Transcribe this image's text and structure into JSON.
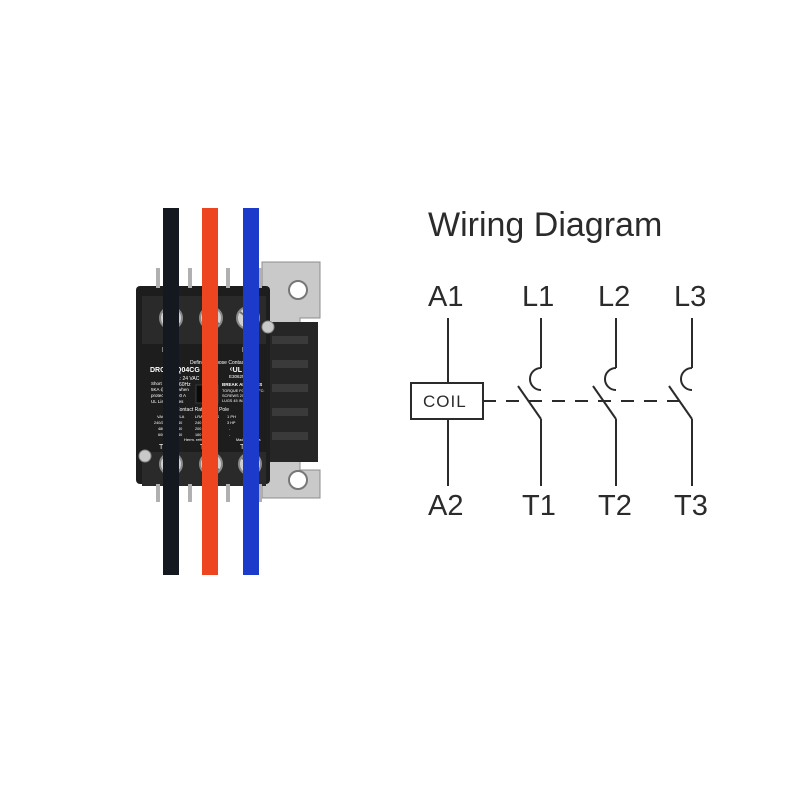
{
  "diagram": {
    "title": "Wiring Diagram",
    "coil_label": "COIL",
    "terminals_top": [
      "A1",
      "L1",
      "L2",
      "L3"
    ],
    "terminals_bottom": [
      "A2",
      "T1",
      "T2",
      "T3"
    ]
  },
  "product": {
    "model": "DRC-3XQ04CG",
    "type_label": "Definite Purpose Contactor",
    "coil": "COIL: 24 VAC",
    "frequency": "50/60Hz",
    "short_circuit_lines": [
      "Short Circuit",
      "5KA @ 600V when",
      "protected by 60 A",
      "UL Listed Fuses"
    ],
    "cert_id": "E306253",
    "break_all": "BREAK ALL LINES",
    "torque_lines": [
      "TORQUE FOR CU 75°C:",
      "SCREWS 20 IN.LBS",
      "LUGS 45 IN.LBS"
    ],
    "rating_title": "Contact Rating per Pole",
    "rating_headers": [
      "VAC",
      "FLA",
      "LRA",
      "RES",
      "1 PH",
      "3 PH"
    ],
    "rating_rows": [
      [
        "240/277",
        "40",
        "240",
        "55",
        "3 HP",
        "10 HP"
      ],
      [
        "480",
        "40",
        "200",
        "55",
        "-",
        "15 HP"
      ],
      [
        "600",
        "40",
        "160",
        "50",
        "-",
        "20 HP"
      ]
    ],
    "rating_note": "Herm. refrig. comp.",
    "date_code": "MMYY",
    "origin": "Made in China",
    "line_labels": [
      "L1",
      "L2",
      "L3"
    ],
    "load_labels": [
      "T1",
      "T2",
      "T3"
    ]
  },
  "colors": {
    "wire_1": "#14181f",
    "wire_2": "#ec4520",
    "wire_3": "#1d3bcb",
    "body": "#1d1d1d",
    "line_art": "#2b2b2b"
  }
}
